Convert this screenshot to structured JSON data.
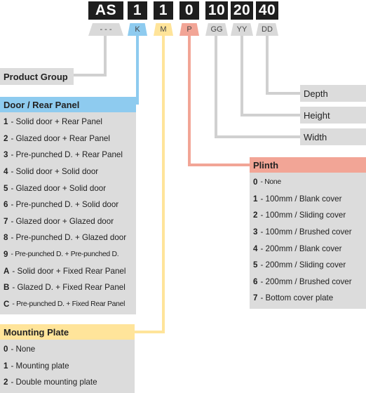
{
  "code": {
    "segments": [
      "AS",
      "1",
      "1",
      "0",
      "10",
      "20",
      "40"
    ],
    "tags": [
      "- - -",
      "K",
      "M",
      "P",
      "GG",
      "YY",
      "DD"
    ]
  },
  "colors": {
    "blue": "#8ecbef",
    "yellow": "#ffe49a",
    "red": "#f2a596",
    "grey": "#dcdcdc",
    "dark": "#1e1e1e"
  },
  "product_group": {
    "label": "Product Group"
  },
  "dimensions": {
    "depth": "Depth",
    "height": "Height",
    "width": "Width"
  },
  "door_panel": {
    "title": "Door / Rear Panel",
    "items": [
      {
        "num": "1",
        "text": "- Solid door + Rear Panel"
      },
      {
        "num": "2",
        "text": "- Glazed door + Rear Panel"
      },
      {
        "num": "3",
        "text": "- Pre-punched D. + Rear Panel"
      },
      {
        "num": "4",
        "text": "- Solid door + Solid door"
      },
      {
        "num": "5",
        "text": "- Glazed door + Solid door"
      },
      {
        "num": "6",
        "text": "- Pre-punched D. + Solid door"
      },
      {
        "num": "7",
        "text": "- Glazed door + Glazed door"
      },
      {
        "num": "8",
        "text": "- Pre-punched D. + Glazed door"
      },
      {
        "num": "9",
        "text": "- Pre-punched D. + Pre-punched D."
      },
      {
        "num": "A",
        "text": "- Solid door + Fixed Rear Panel"
      },
      {
        "num": "B",
        "text": "- Glazed D. + Fixed Rear Panel"
      },
      {
        "num": "C",
        "text": "- Pre-punched D. + Fixed Rear Panel"
      }
    ]
  },
  "plinth": {
    "title": "Plinth",
    "items": [
      {
        "num": "0",
        "text": "- None"
      },
      {
        "num": "1",
        "text": "- 100mm / Blank cover"
      },
      {
        "num": "2",
        "text": "- 100mm / Sliding cover"
      },
      {
        "num": "3",
        "text": "- 100mm / Brushed cover"
      },
      {
        "num": "4",
        "text": "- 200mm / Blank cover"
      },
      {
        "num": "5",
        "text": "- 200mm / Sliding cover"
      },
      {
        "num": "6",
        "text": "- 200mm / Brushed cover"
      },
      {
        "num": "7",
        "text": "- Bottom cover plate"
      }
    ]
  },
  "mounting_plate": {
    "title": "Mounting Plate",
    "items": [
      {
        "num": "0",
        "text": "- None"
      },
      {
        "num": "1",
        "text": "- Mounting plate"
      },
      {
        "num": "2",
        "text": "- Double mounting plate"
      }
    ]
  }
}
